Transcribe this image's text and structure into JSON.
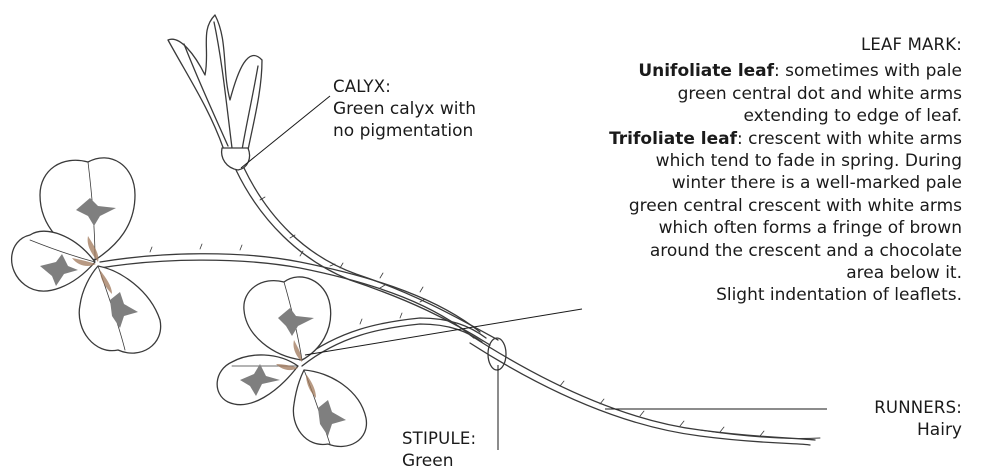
{
  "calyx": {
    "heading": "CALYX:",
    "lines": [
      "Green calyx with",
      "no pigmentation"
    ]
  },
  "leaf_mark": {
    "heading": "LEAF MARK:",
    "unifoliate_term": "Unifoliate leaf",
    "unifoliate_lines": [
      ": sometimes with pale",
      "green central dot and white arms",
      "extending to edge of leaf."
    ],
    "trifoliate_term": "Trifoliate leaf",
    "trifoliate_lines": [
      ": crescent with white arms",
      "which tend to fade in spring. During",
      "winter there is a well-marked pale",
      "green central crescent with white arms",
      "which often forms a fringe of brown",
      "around the crescent and a chocolate",
      "area below it.",
      "Slight indentation of leaflets."
    ]
  },
  "runners": {
    "heading": "RUNNERS:",
    "text": "Hairy"
  },
  "stipule": {
    "heading": "STIPULE:",
    "text": "Green"
  },
  "colors": {
    "outline": "#3a3a3a",
    "leaf_mark_grey": "#7f7f7f",
    "brown_fringe": "#a0785a",
    "text": "#1a1a1a"
  }
}
